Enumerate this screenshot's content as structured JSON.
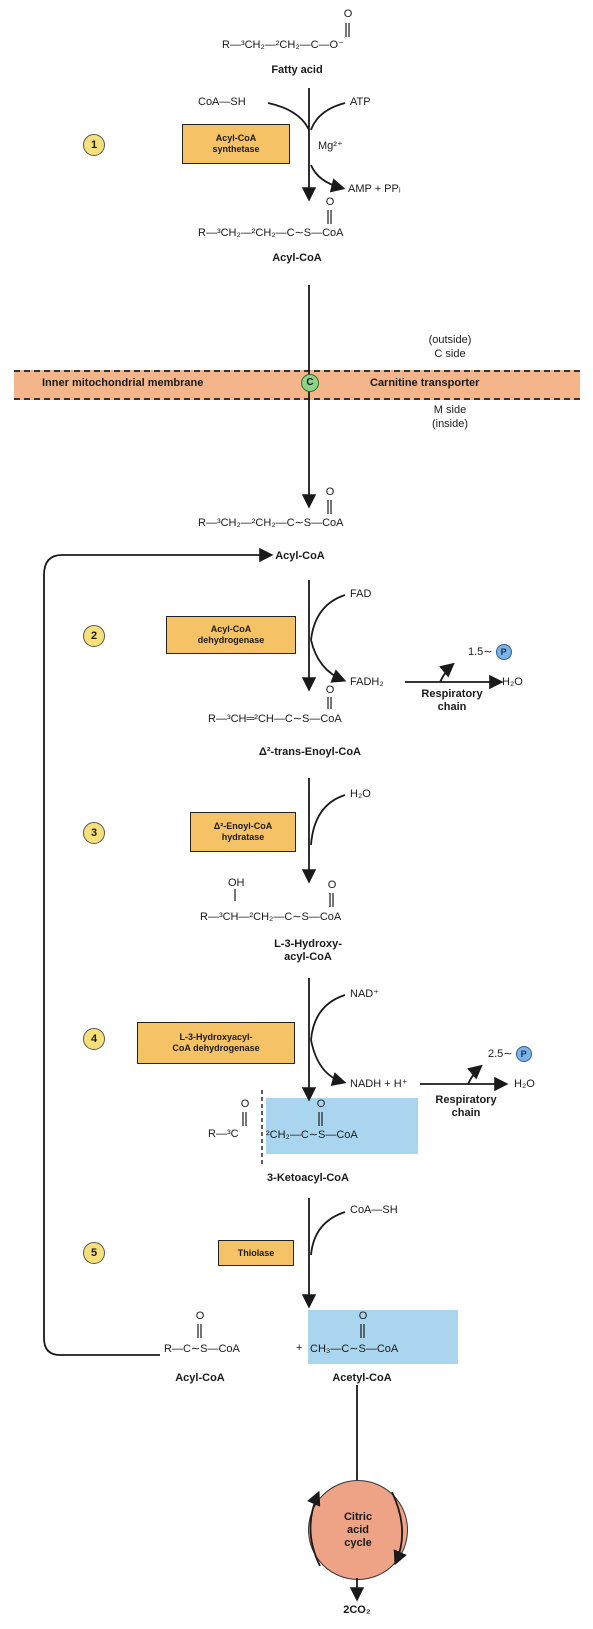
{
  "compounds": {
    "fatty_acid": {
      "formula": "R—³CH₂—²CH₂—C—O⁻",
      "label": "Fatty acid"
    },
    "acyl_coa_1": {
      "formula": "R—³CH₂—²CH₂—C∼S—CoA",
      "label": "Acyl-CoA"
    },
    "acyl_coa_2": {
      "formula": "R—³CH₂—²CH₂—C∼S—CoA",
      "label": "Acyl-CoA"
    },
    "enoyl_coa": {
      "formula": "R—³CH═²CH—C∼S—CoA",
      "label": "Δ²-trans-Enoyl-CoA"
    },
    "hydroxyacyl_coa": {
      "oh": "OH",
      "formula": "R—³CH—²CH₂—C∼S—CoA",
      "label_line1": "L-3-Hydroxy-",
      "label_line2": "acyl-CoA"
    },
    "ketoacyl_coa": {
      "left": "R—³C",
      "right": "²CH₂—C∼S—CoA",
      "label": "3-Ketoacyl-CoA"
    },
    "products": {
      "left": "R—C∼S—CoA",
      "plus": "+",
      "right": "CH₃—C∼S—CoA",
      "label_left": "Acyl-CoA",
      "label_right": "Acetyl-CoA"
    },
    "oxygen": "O"
  },
  "reagents": {
    "coa_sh_1": "CoA—SH",
    "atp": "ATP",
    "mg": "Mg²⁺",
    "amp_ppi": "AMP + PPᵢ",
    "fad": "FAD",
    "fadh2": "FADH₂",
    "h2o_in": "H₂O",
    "nad": "NAD⁺",
    "nadh": "NADH + H⁺",
    "coa_sh_2": "CoA—SH"
  },
  "respiratory": {
    "first_yield": "1.5∼",
    "first_out": "H₂O",
    "second_yield": "2.5∼",
    "second_out": "H₂O",
    "p_symbol": "P",
    "chain_line1": "Respiratory",
    "chain_line2": "chain"
  },
  "membrane": {
    "label_left": "Inner mitochondrial membrane",
    "label_right": "Carnitine transporter",
    "transporter_symbol": "C",
    "outside_line1": "(outside)",
    "outside_line2": "C side",
    "inside_line1": "M side",
    "inside_line2": "(inside)"
  },
  "steps": [
    {
      "number": "1",
      "enzyme": "Acyl-CoA\nsynthetase"
    },
    {
      "number": "2",
      "enzyme": "Acyl-CoA\ndehydrogenase"
    },
    {
      "number": "3",
      "enzyme": "Δ²-Enoyl-CoA\nhydratase"
    },
    {
      "number": "4",
      "enzyme": "L-3-Hydroxyacyl-\nCoA dehydrogenase"
    },
    {
      "number": "5",
      "enzyme": "Thiolase"
    }
  ],
  "citric_cycle": {
    "line1": "Citric",
    "line2": "acid",
    "line3": "cycle",
    "output": "2CO₂"
  },
  "colors": {
    "enzyme_box": "#f5c266",
    "membrane": "#f5b58a",
    "highlight": "#a9d6ee",
    "cycle": "#eea386",
    "step_circle": "#f7e07a",
    "transporter": "#8fd28a"
  }
}
